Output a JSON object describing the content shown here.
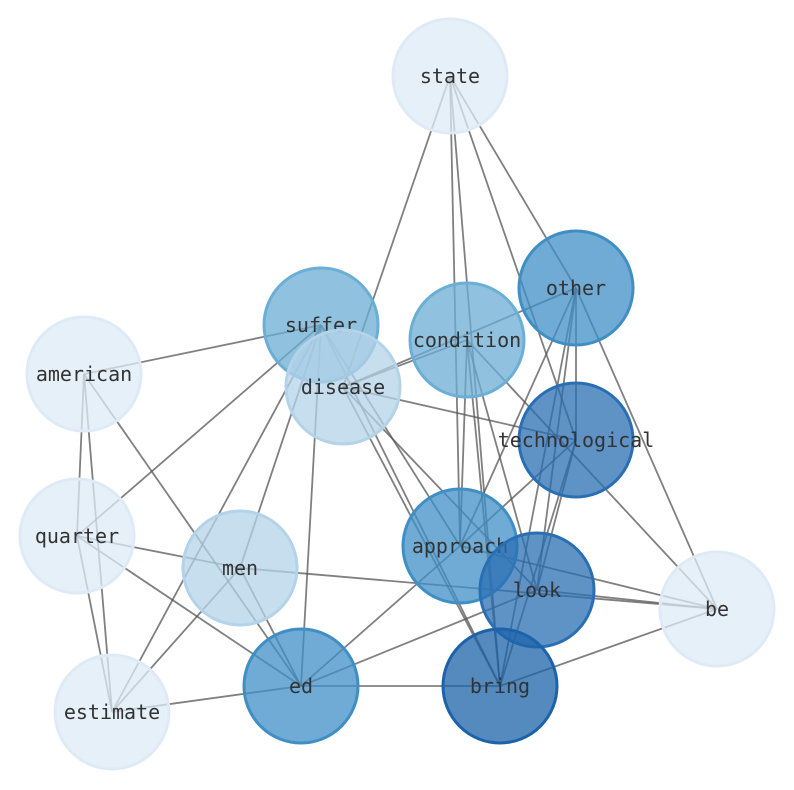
{
  "graph": {
    "palette": [
      "#deebf7",
      "#b3d3e8",
      "#6baed6",
      "#3f8fc5",
      "#2a6fb3",
      "#1c63aa"
    ],
    "edge_color": "#555555",
    "nodes": [
      {
        "id": "state",
        "label": "state",
        "level": 0
      },
      {
        "id": "other",
        "label": "other",
        "level": 3
      },
      {
        "id": "suffer",
        "label": "suffer",
        "level": 2
      },
      {
        "id": "condition",
        "label": "condition",
        "level": 2
      },
      {
        "id": "american",
        "label": "american",
        "level": 0
      },
      {
        "id": "disease",
        "label": "disease",
        "level": 1
      },
      {
        "id": "technological",
        "label": "technological",
        "level": 4
      },
      {
        "id": "quarter",
        "label": "quarter",
        "level": 0
      },
      {
        "id": "approach",
        "label": "approach",
        "level": 3
      },
      {
        "id": "men",
        "label": "men",
        "level": 1
      },
      {
        "id": "look",
        "label": "look",
        "level": 4
      },
      {
        "id": "be",
        "label": "be",
        "level": 0
      },
      {
        "id": "ed",
        "label": "ed",
        "level": 3
      },
      {
        "id": "bring",
        "label": "bring",
        "level": 5
      },
      {
        "id": "estimate",
        "label": "estimate",
        "level": 0
      }
    ],
    "edges": [
      [
        "state",
        "disease"
      ],
      [
        "state",
        "approach"
      ],
      [
        "state",
        "bring"
      ],
      [
        "state",
        "technological"
      ],
      [
        "state",
        "other"
      ],
      [
        "suffer",
        "american"
      ],
      [
        "suffer",
        "quarter"
      ],
      [
        "suffer",
        "estimate"
      ],
      [
        "suffer",
        "men"
      ],
      [
        "suffer",
        "ed"
      ],
      [
        "suffer",
        "bring"
      ],
      [
        "suffer",
        "approach"
      ],
      [
        "disease",
        "other"
      ],
      [
        "disease",
        "condition"
      ],
      [
        "disease",
        "technological"
      ],
      [
        "disease",
        "bring"
      ],
      [
        "disease",
        "look"
      ],
      [
        "condition",
        "approach"
      ],
      [
        "condition",
        "bring"
      ],
      [
        "condition",
        "look"
      ],
      [
        "condition",
        "be"
      ],
      [
        "american",
        "quarter"
      ],
      [
        "american",
        "estimate"
      ],
      [
        "american",
        "ed"
      ],
      [
        "men",
        "ed"
      ],
      [
        "men",
        "be"
      ],
      [
        "men",
        "estimate"
      ],
      [
        "quarter",
        "estimate"
      ],
      [
        "quarter",
        "men"
      ],
      [
        "quarter",
        "ed"
      ],
      [
        "estimate",
        "ed"
      ],
      [
        "ed",
        "approach"
      ],
      [
        "ed",
        "look"
      ],
      [
        "ed",
        "bring"
      ],
      [
        "approach",
        "other"
      ],
      [
        "approach",
        "technological"
      ],
      [
        "approach",
        "be"
      ],
      [
        "look",
        "other"
      ],
      [
        "look",
        "technological"
      ],
      [
        "look",
        "be"
      ],
      [
        "bring",
        "other"
      ],
      [
        "bring",
        "technological"
      ],
      [
        "bring",
        "be"
      ],
      [
        "other",
        "technological"
      ],
      [
        "other",
        "be"
      ]
    ]
  }
}
